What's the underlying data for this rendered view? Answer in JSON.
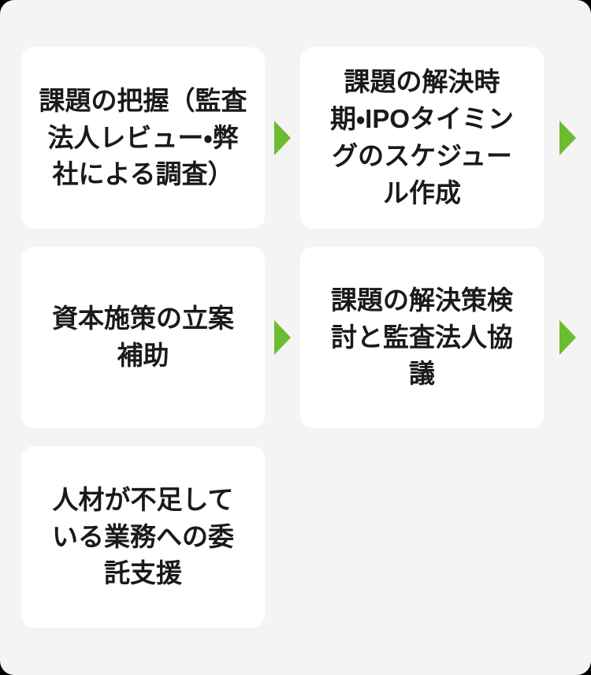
{
  "theme": {
    "canvas_bg": "#000000",
    "container_bg": "#f4f4f4",
    "card_bg": "#ffffff",
    "text_color": "#1a1a1a",
    "arrow_color": "#6cbc30"
  },
  "flow": {
    "steps": [
      {
        "id": 1,
        "label": "課題の把握（監査\n法人レビュー・弊\n社による調査）",
        "arrow_after": true
      },
      {
        "id": 2,
        "label": "課題の解決時\n期・IPOタイミン\nグのスケジュー\nル作成",
        "arrow_after": true
      },
      {
        "id": 3,
        "label": "資本施策の立案\n補助",
        "arrow_after": true
      },
      {
        "id": 4,
        "label": "課題の解決策検\n討と監査法人協\n議",
        "arrow_after": true
      },
      {
        "id": 5,
        "label": "人材が不足して\nいる業務への委\n託支援",
        "arrow_after": false
      }
    ]
  },
  "icons": {
    "arrow": "right-triangle"
  }
}
